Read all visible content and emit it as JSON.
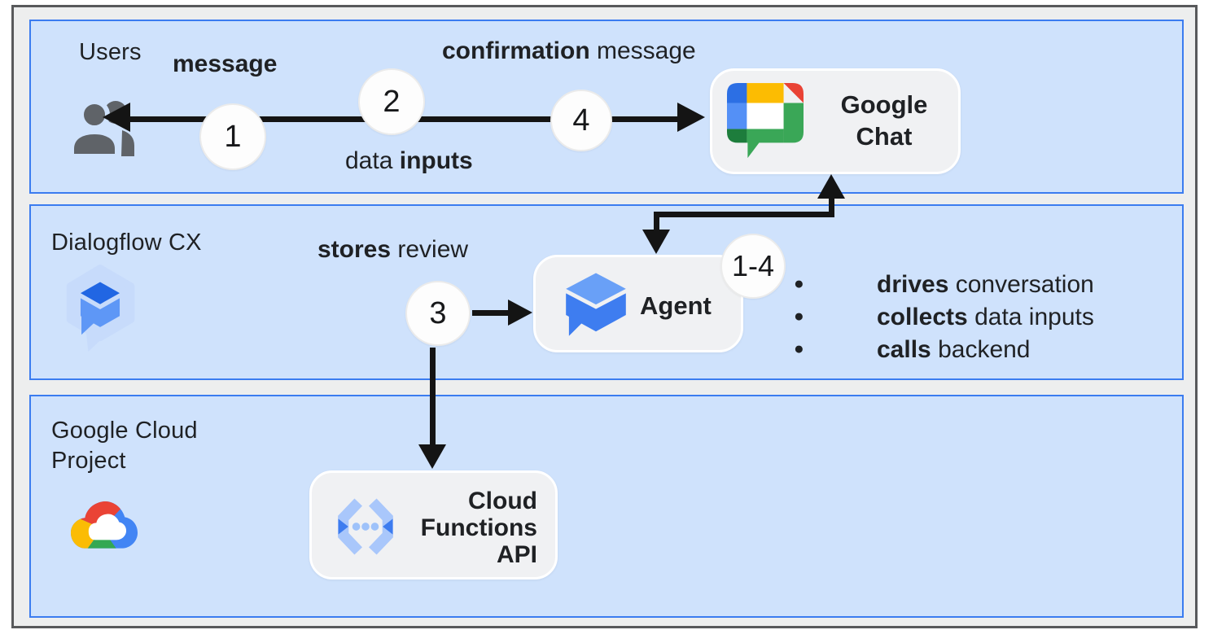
{
  "colors": {
    "band_fill": "#cfe2fc",
    "band_border": "#3b7cf0",
    "frame_bg": "#edeeee",
    "frame_border": "#58595b",
    "node_fill": "#f0f1f3",
    "node_border": "#ffffff",
    "circle_fill": "#fdfdfd",
    "circle_border": "#ebebeb",
    "arrow": "#141414",
    "text": "#1f2124",
    "chat_blue_dark": "#2c6fe4",
    "chat_blue": "#5490f6",
    "chat_yellow": "#fcbc02",
    "chat_red": "#e94335",
    "chat_green": "#3aa757",
    "chat_green_dark": "#1d7d3c",
    "agent_blue_top": "#69a0f7",
    "agent_blue": "#3e7df0",
    "df_light": "#c7dbfb",
    "df_dark": "#2166e3",
    "df_mid": "#5e97f6",
    "cf_light": "#a9c7fb",
    "cf_mid": "#3d7cef",
    "cf_dot": "#9ec2fa",
    "gcp_blue": "#4285f4",
    "gcp_red": "#ea4335",
    "gcp_yellow": "#fbbc04",
    "gcp_green": "#34a853",
    "users_gray": "#5f6368"
  },
  "bands": [
    {
      "label": "Users"
    },
    {
      "label": "Dialogflow CX"
    },
    {
      "label": "Google Cloud Project"
    }
  ],
  "flow_labels": {
    "message": {
      "bold": "message",
      "rest": ""
    },
    "confirmation": {
      "bold": "confirmation",
      "rest": " message"
    },
    "data_inputs": {
      "lead": "data ",
      "bold": "inputs"
    },
    "stores_review": {
      "bold": "stores",
      "rest": " review"
    }
  },
  "steps": {
    "s1": "1",
    "s2": "2",
    "s3": "3",
    "s4": "4",
    "range": "1-4"
  },
  "nodes": {
    "google_chat": {
      "lines": [
        "Google",
        "Chat"
      ]
    },
    "agent": {
      "label": "Agent"
    },
    "cloud_functions": {
      "lines": [
        "Cloud",
        "Functions",
        "API"
      ]
    }
  },
  "agent_bullets": [
    {
      "bold": "drives",
      "rest": " conversation"
    },
    {
      "bold": "collects",
      "rest": " data inputs"
    },
    {
      "bold": "calls",
      "rest": " backend"
    }
  ]
}
